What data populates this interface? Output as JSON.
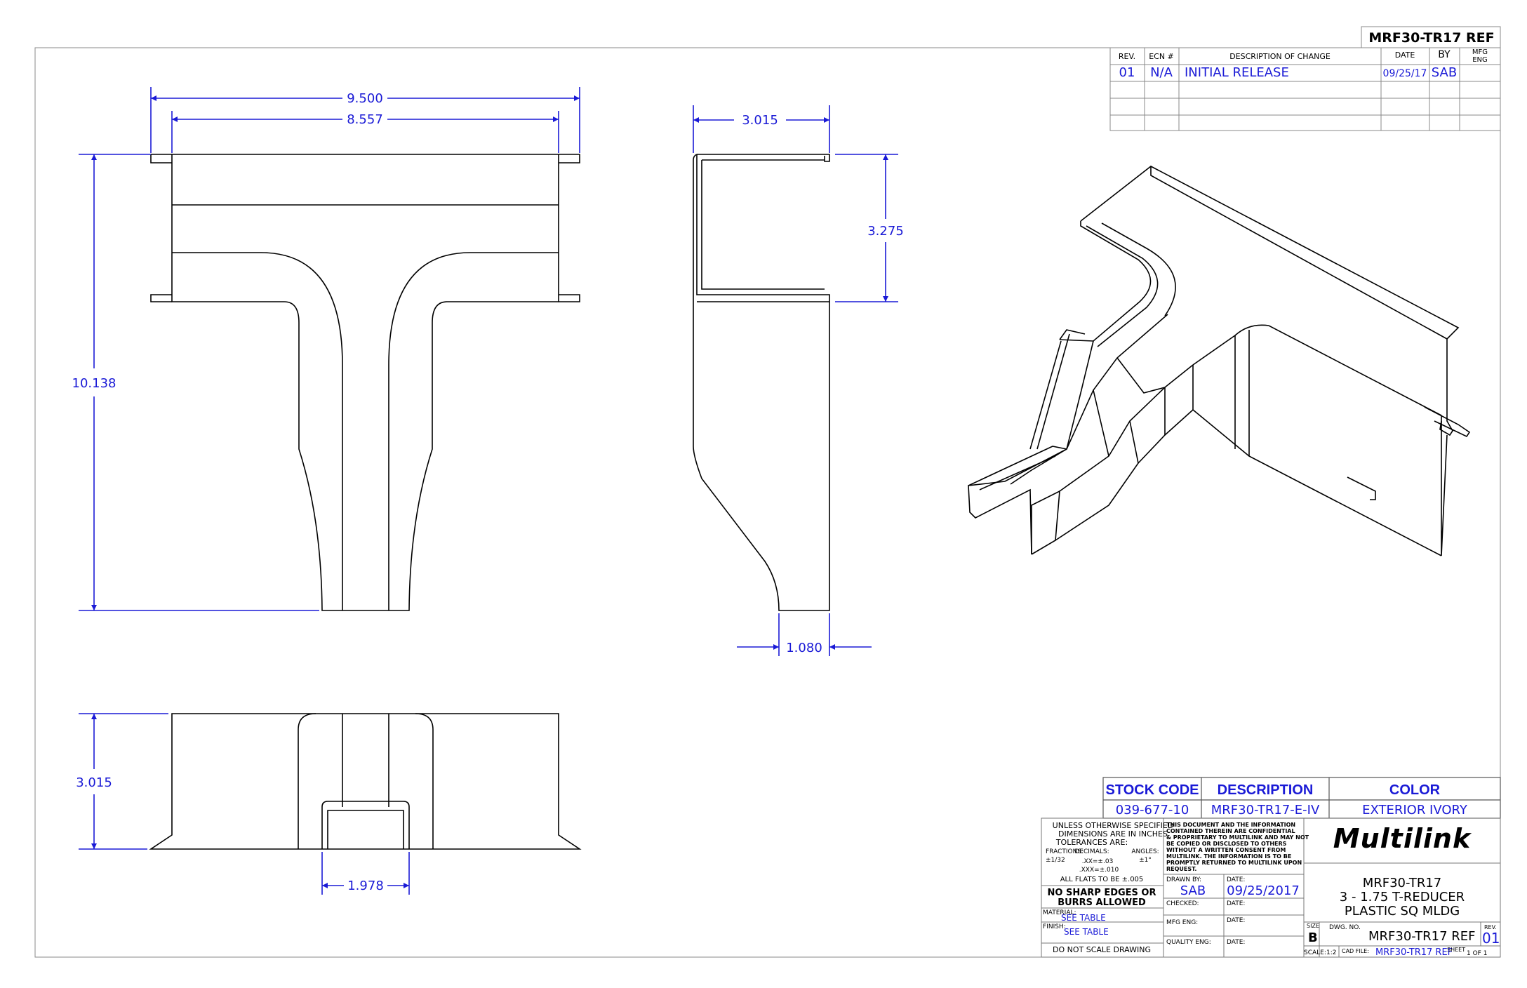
{
  "part_ref_top": "MRF30-TR17 REF",
  "revision_table": {
    "headers": [
      "REV.",
      "ECN #",
      "DESCRIPTION OF CHANGE",
      "DATE",
      "BY",
      "MFG",
      "ENG"
    ],
    "rows": [
      {
        "rev": "01",
        "ecn": "N/A",
        "description": "INITIAL RELEASE",
        "date": "09/25/17",
        "by": "SAB"
      }
    ]
  },
  "dimensions": {
    "overall_width": "9.500",
    "inner_width": "8.557",
    "overall_length": "10.138",
    "side_width": "3.015",
    "side_height": "3.275",
    "outlet_width": "1.080",
    "height": "3.015",
    "outlet_gap": "1.978"
  },
  "product_table": {
    "headers": [
      "STOCK CODE",
      "DESCRIPTION",
      "COLOR"
    ],
    "values": [
      "039-677-10",
      "MRF30-TR17-E-IV",
      "EXTERIOR IVORY"
    ]
  },
  "title_block": {
    "tolerance_lines": [
      "UNLESS OTHERWISE SPECIFIED",
      "DIMENSIONS ARE IN INCHES",
      "TOLERANCES ARE:"
    ],
    "tol_labels": [
      "FRACTIONS:",
      "DECIMALS:",
      "ANGLES:"
    ],
    "tol_values": [
      "±1/32",
      ".XX=±.03",
      "±1°"
    ],
    "tol_value_2": ".XXX=±.010",
    "flats": "ALL FLATS TO BE ±.005",
    "sharp_edges_line1": "NO SHARP EDGES OR",
    "sharp_edges_line2": "BURRS ALLOWED",
    "material_label": "MATERIAL:",
    "material_value": "SEE TABLE",
    "finish_label": "FINISH:",
    "finish_value": "SEE TABLE",
    "do_not_scale": "DO NOT SCALE DRAWING",
    "confidential": [
      "THIS DOCUMENT AND THE INFORMATION",
      "CONTAINED THEREIN ARE CONFIDENTIAL",
      "& PROPRIETARY TO MULTILINK AND MAY NOT",
      "BE COPIED OR DISCLOSED TO OTHERS",
      "WITHOUT A WRITTEN CONSENT FROM",
      "MULTILINK. THE INFORMATION IS TO BE",
      "PROMPTLY RETURNED TO MULTILINK UPON",
      "REQUEST."
    ],
    "drawn_by_label": "DRAWN BY:",
    "drawn_by_value": "SAB",
    "date_label": "DATE:",
    "drawn_date_value": "09/25/2017",
    "checked_label": "CHECKED:",
    "mfg_eng_label": "MFG ENG:",
    "quality_eng_label": "QUALITY ENG:",
    "company": "Multilink",
    "title_lines": [
      "MRF30-TR17",
      "3 - 1.75 T-REDUCER",
      "PLASTIC SQ MLDG"
    ],
    "size_label": "SIZE",
    "size_value": "B",
    "dwg_no_label": "DWG. NO.",
    "dwg_no_value": "MRF30-TR17 REF",
    "rev_label": "REV.",
    "rev_value": "01",
    "scale_label": "SCALE:",
    "scale_value": "1:2",
    "cad_file_label": "CAD FILE:",
    "cad_file_value": "MRF30-TR17 REF",
    "sheet_label": "SHEET",
    "sheet_value": "1 OF 1"
  },
  "colors": {
    "dimension_blue": "#1a1ad6",
    "line_black": "#000000"
  }
}
